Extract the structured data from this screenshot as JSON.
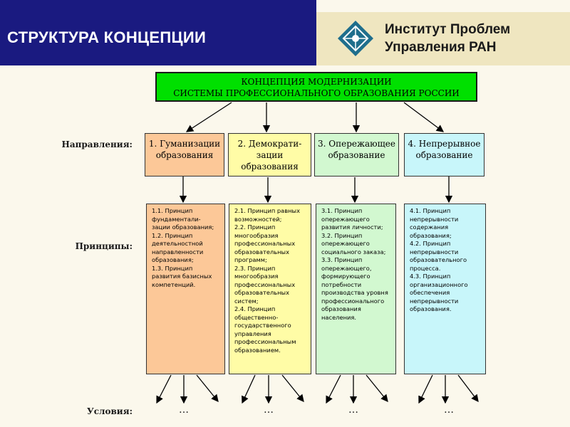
{
  "header": {
    "title": "СТРУКТУРА КОНЦЕПЦИИ",
    "institute_line1": "Институт Проблем",
    "institute_line2": "Управления РАН",
    "logo_icon": "ipu-ran-logo-icon"
  },
  "concept": {
    "line1": "КОНЦЕПЦИЯ МОДЕРНИЗАЦИИ",
    "line2": "СИСТЕМЫ ПРОФЕССИОНАЛЬНОГО ОБРАЗОВАНИЯ РОССИИ"
  },
  "labels": {
    "directions": "Направления:",
    "principles": "Принципы:",
    "conditions": "Условия:"
  },
  "directions": [
    "1. Гуманизации\nобразования",
    "2. Демократи-\nзации\nобразования",
    "3. Опережающее\nобразование",
    "4. Непрерывное\nобразование"
  ],
  "principles": [
    "1.1. Принцип\nфундаментали-\nзации образования;\n1.2. Принцип\nдеятельностной\nнаправленности\nобразования;\n1.3. Принцип\nразвития базисных\nкомпетенций.",
    "2.1. Принцип равных\nвозможностей;\n2.2. Принцип\nмногообразия\nпрофессиональных\nобразовательных\nпрограмм;\n2.3. Принцип\nмногообразия\nпрофессиональных\nобразовательных\nсистем;\n2.4. Принцип\nобщественно-\nгосударственного\nуправления\nпрофессиональным\nобразованием.",
    "3.1. Принцип\nопережающего\nразвития личности;\n3.2. Принцип\nопережающего\nсоциального заказа;\n3.3. Принцип\nопережающего,\nформирующего\nпотребности\nпроизводства уровня\nпрофессионального\nобразования\nнаселения.",
    "4.1. Принцип\nнепрерывности\nсодержания\nобразования;\n4.2. Принцип\nнепрерывности\nобразовательного\nпроцесса.\n4.3. Принцип\nорганизационного\nобеспечения\nнепрерывности\nобразования."
  ],
  "conditions": [
    "…",
    "…",
    "…",
    "…"
  ],
  "colors": {
    "header_blue": "#1a1a80",
    "header_beige": "#efe6c0",
    "concept_green": "#00e000",
    "col1": "#fcc898",
    "col2": "#fffca6",
    "col3": "#d2f8d0",
    "col4": "#c8f6fa"
  }
}
